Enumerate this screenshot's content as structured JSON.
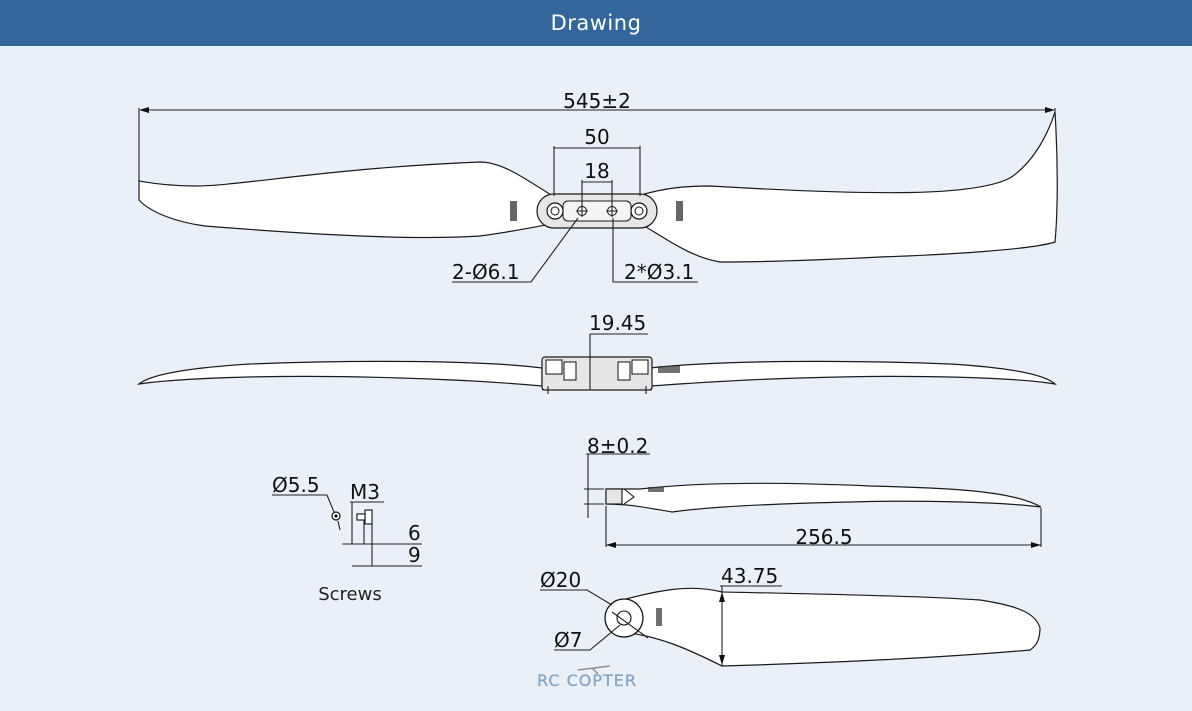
{
  "header": {
    "title": "Drawing"
  },
  "dimensions": {
    "overall_length": "545±2",
    "hub_length": "50",
    "hole_spacing": "18",
    "large_holes": "2-Ø6.1",
    "small_holes": "2*Ø3.1",
    "hub_thickness": "19.45",
    "blade_root": "8±0.2",
    "blade_length": "256.5",
    "hub_diameter": "Ø20",
    "bore_diameter": "Ø7",
    "max_chord": "43.75"
  },
  "screws": {
    "caption": "Screws",
    "head_diameter": "Ø5.5",
    "thread": "M3",
    "length_short": "6",
    "length_long": "9"
  },
  "watermark": {
    "text": "RC COPTER"
  },
  "colors": {
    "header_bg": "#33679c",
    "page_bg": "#eaf0f7",
    "watermark": "#5a9bd4"
  }
}
